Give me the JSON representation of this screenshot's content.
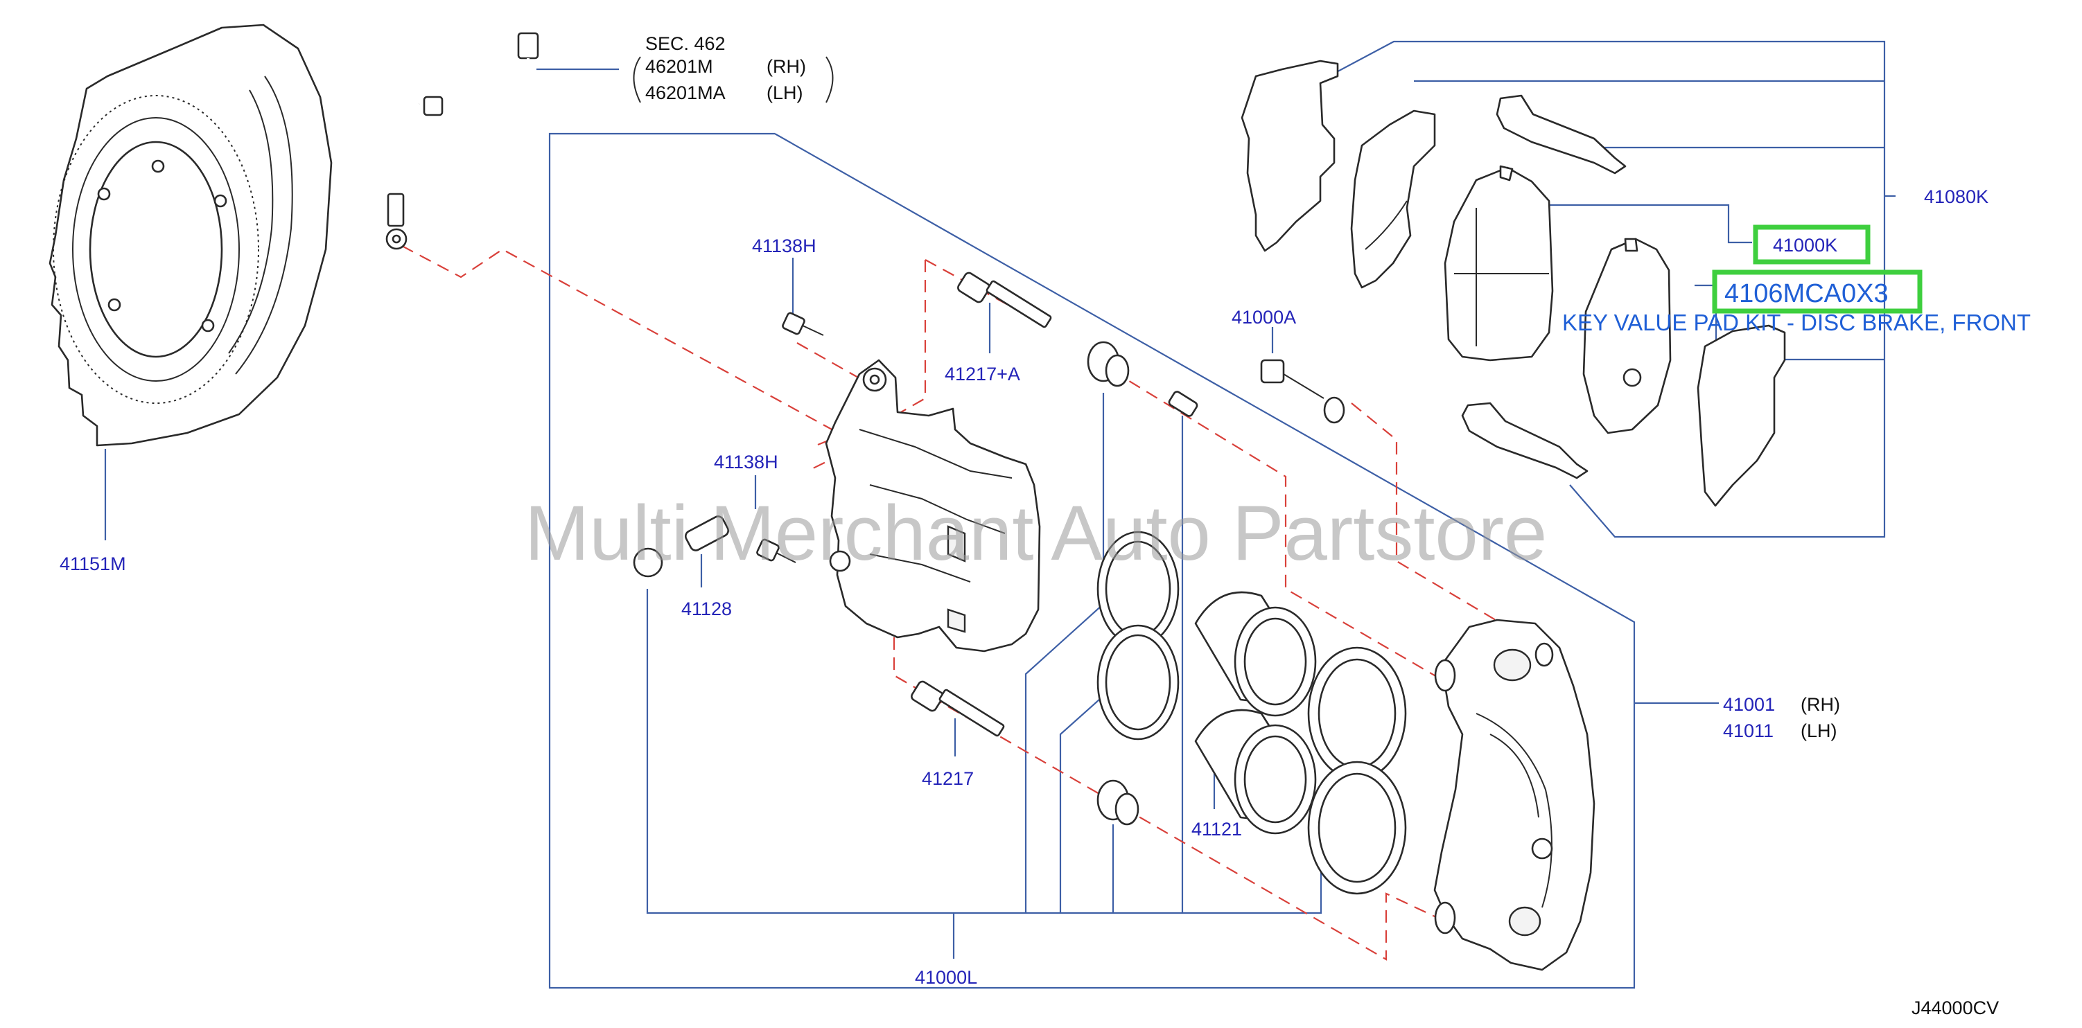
{
  "sec": {
    "line1": "SEC.   462",
    "ref_rh": "46201M",
    "ref_rh_side": "(RH)",
    "ref_lh": "46201MA",
    "ref_lh_side": "(LH)"
  },
  "callouts": {
    "p41151M": "41151M",
    "p41138H_top": "41138H",
    "p41138H_mid": "41138H",
    "p41128": "41128",
    "p41217A": "41217+A",
    "p41217": "41217",
    "p41000A": "41000A",
    "p41121": "41121",
    "p41000L": "41000L",
    "p41080K": "41080K",
    "p41001": "41001",
    "p41001_side": "(RH)",
    "p41011": "41011",
    "p41011_side": "(LH)"
  },
  "highlight": {
    "kit_number": "41000K",
    "part_number": "4106MCA0X3",
    "description": "KEY VALUE PAD KIT - DISC BRAKE, FRONT",
    "box_color": "#3ecf3e",
    "text_color": "#1f5fd6"
  },
  "watermark": "Multi Merchant Auto Partstore",
  "diagram_code": "J44000CV",
  "colors": {
    "leader": "#3d5fa6",
    "ghost_line": "#d9403a",
    "callout_text": "#2424b8"
  }
}
